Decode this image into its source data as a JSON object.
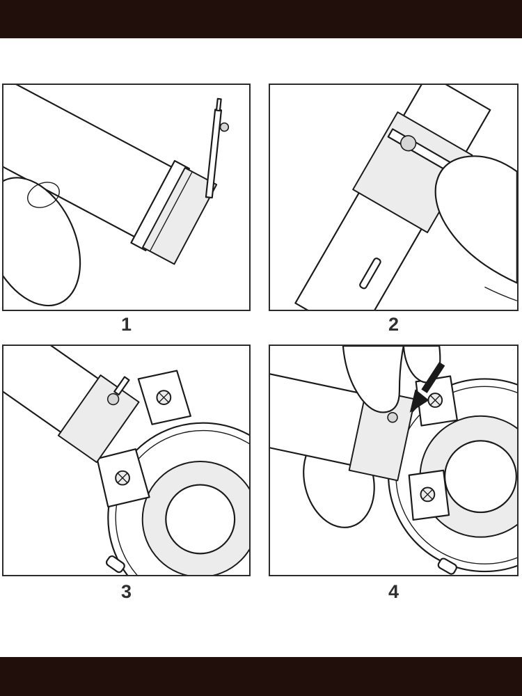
{
  "figure": {
    "type": "instruction-diagram",
    "subject": "watch-band-quick-release-spring-bar-installation",
    "panel_count": 4
  },
  "colors": {
    "page-bg": "#ffffff",
    "letterbox-bar": "#200f0a",
    "line": "#1a1a1a",
    "metal-light": "#ececec",
    "metal-mid": "#d6d6d6",
    "panel-border": "#2b2b2b",
    "step-number": "#2f2f2f"
  },
  "panels": [
    {
      "number": "1",
      "illustration": "thumb-holding-strap-with-spring-bar-tool"
    },
    {
      "number": "2",
      "illustration": "finger-pressing-spring-bar-knob-on-strap"
    },
    {
      "number": "3",
      "illustration": "aligning-strap-end-with-watch-lugs"
    },
    {
      "number": "4",
      "illustration": "pressing-spring-bar-to-lock-strap"
    }
  ]
}
